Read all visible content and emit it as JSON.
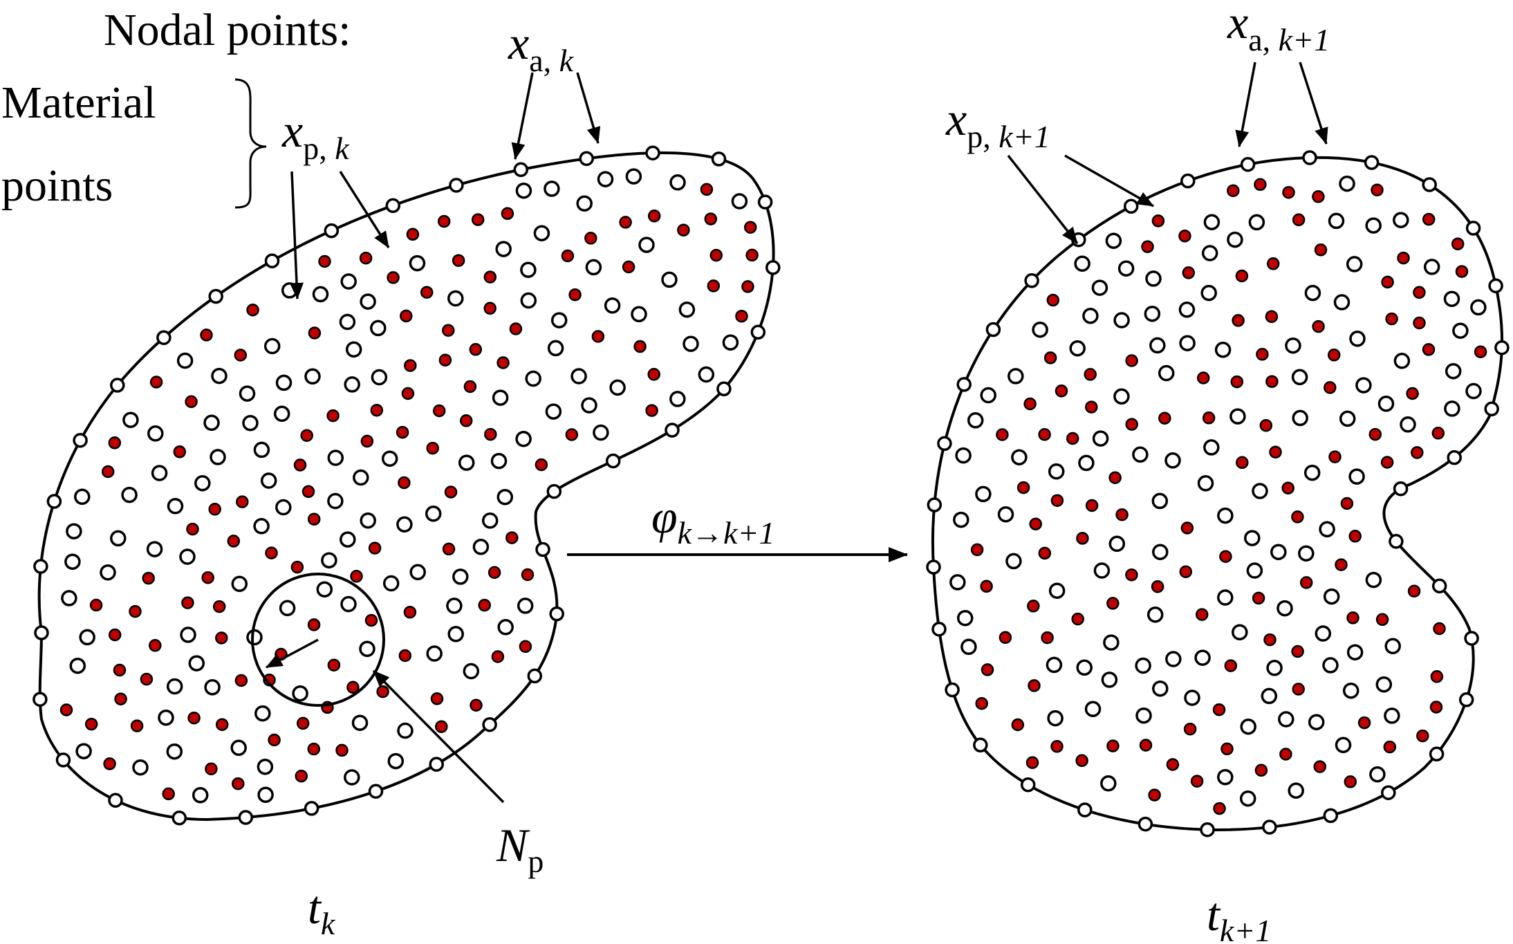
{
  "labels": {
    "nodal_points": "Nodal points:",
    "material_line1": "Material",
    "material_line2": "points",
    "xa_k": {
      "base": "x",
      "sub": "a, ",
      "sub_it": "k"
    },
    "xp_k": {
      "base": "x",
      "sub": "p, ",
      "sub_it": "k"
    },
    "xa_k1": {
      "base": "x",
      "sub": "a, ",
      "sub_it": "k+1"
    },
    "xp_k1": {
      "base": "x",
      "sub": "p, ",
      "sub_it": "k+1"
    },
    "np": {
      "base": "N",
      "sub": "p"
    },
    "phi": {
      "base": "φ",
      "sub_it": "k→k+1"
    },
    "tk": {
      "base": "t",
      "sub_it": "k"
    },
    "tk1": {
      "base": "t",
      "sub_it": "k+1"
    }
  },
  "colors": {
    "material_point": "#c00000",
    "nodal_point": "#ffffff",
    "line": "#000000"
  }
}
